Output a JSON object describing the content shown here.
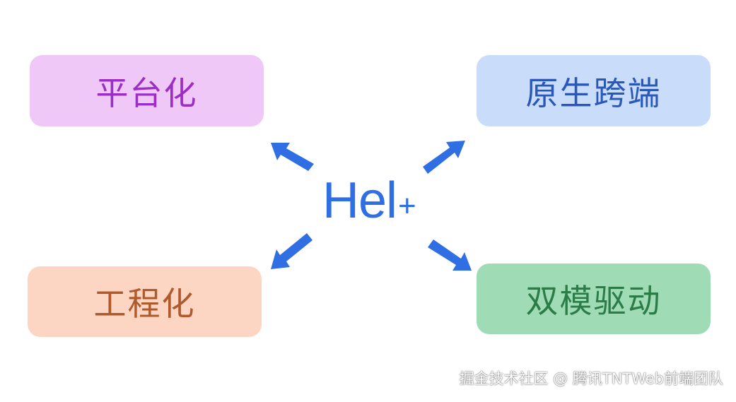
{
  "colors": {
    "accent": "#2f6fe3",
    "arrow": "#2f6fe3"
  },
  "center": {
    "title": "Hel",
    "title_suffix": "+"
  },
  "boxes": {
    "top_left": {
      "label": "平台化",
      "bg": "#efc8f8",
      "fg": "#9b2fc4"
    },
    "top_right": {
      "label": "原生跨端",
      "bg": "#c9dcfa",
      "fg": "#2a58b8"
    },
    "bottom_left": {
      "label": "工程化",
      "bg": "#fcd6c2",
      "fg": "#b0592c"
    },
    "bottom_right": {
      "label": "双模驱动",
      "bg": "#9fdcb5",
      "fg": "#2c7c47"
    }
  },
  "watermark": "掘金技术社区 @ 腾讯TNTWeb前端团队"
}
